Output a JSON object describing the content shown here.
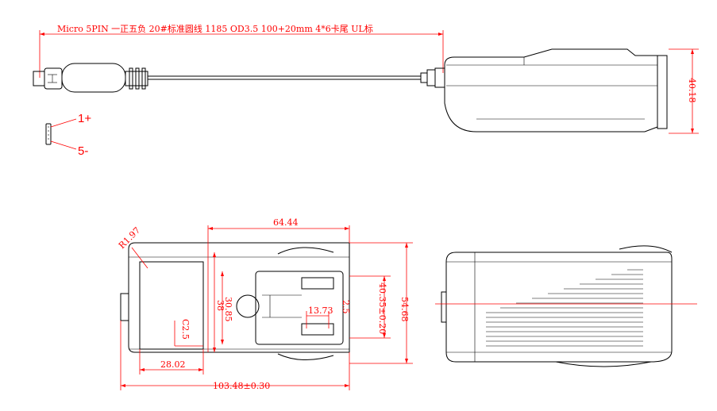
{
  "spec_label": "Micro 5PIN  一正五负  20#标准圆线  1185 OD3.5   100+20mm   4*6卡尾  UL标",
  "pins": {
    "positive": "1+",
    "negative": "5-"
  },
  "dims": {
    "height_side": "40.18",
    "radius": "R1.97",
    "prong_width": "64.44",
    "inner_height": "38",
    "face_height": "30.85",
    "chamfer": "C2.5",
    "prong_gap": "13.73",
    "prong_thick": "2.5",
    "prong_span": "40.35±0.20",
    "overall_height": "54.68",
    "face_width": "28.02",
    "overall_length": "103.48±0.30"
  },
  "colors": {
    "annotation": "#ff0000",
    "line": "#000000"
  }
}
